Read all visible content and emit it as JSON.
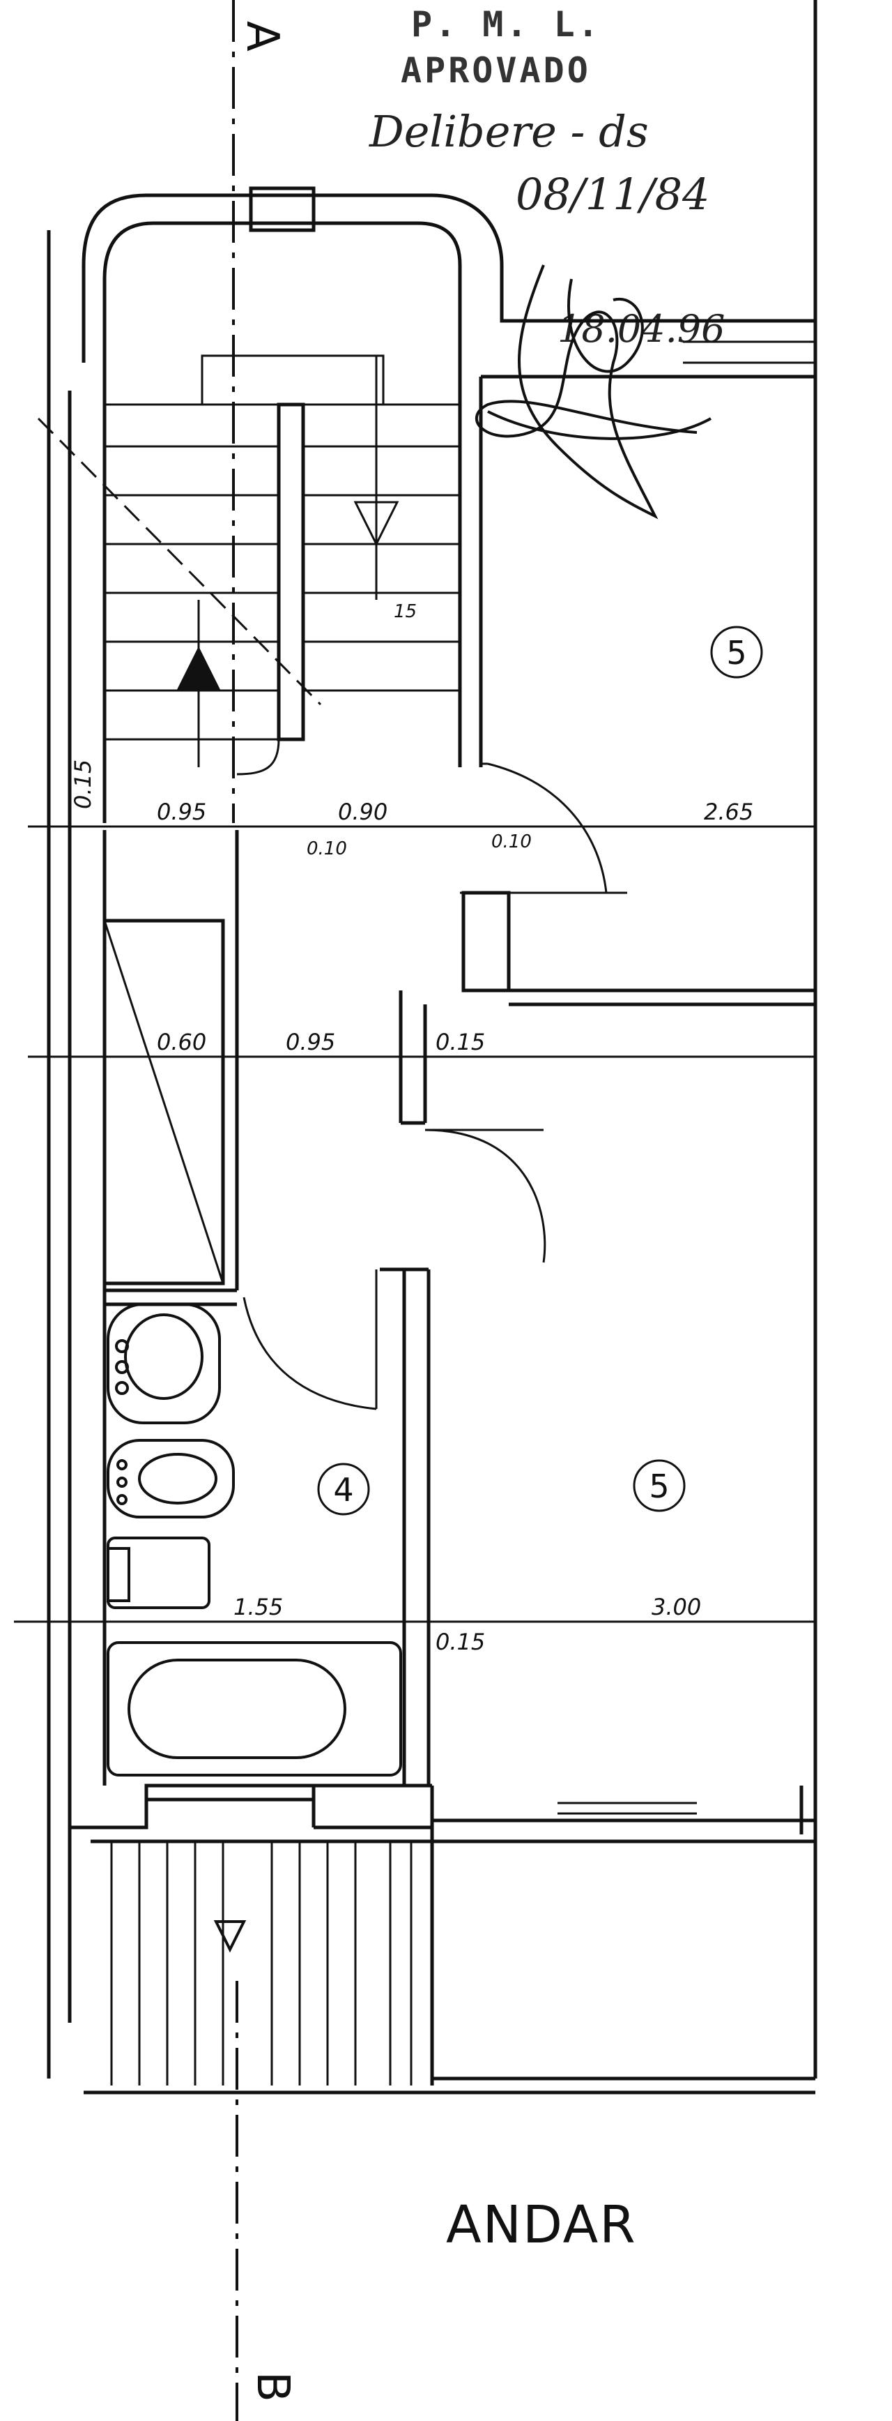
{
  "stamp": {
    "line1": "P. M. L.",
    "line2": "APROVADO"
  },
  "handwritten": {
    "note": "Delibere - ds",
    "date": "08/11/84",
    "signature_date": "18.04.96"
  },
  "section_markers": {
    "top": "A",
    "bottom": "B"
  },
  "stair_rise_label": "15",
  "dimensions": {
    "row1": [
      "0.15",
      "0.95",
      "0.90",
      "2.65"
    ],
    "row1_sub": [
      "0.10",
      "0.10"
    ],
    "row2": [
      "0.60",
      "0.95",
      "0.15"
    ],
    "row3": [
      "1.55",
      "0.15",
      "3.00"
    ]
  },
  "rooms": {
    "room5_upper": "5",
    "room4": "4",
    "room5_lower": "5"
  },
  "floor_label": "ANDAR",
  "colors": {
    "ink": "#111111",
    "paper": "#ffffff"
  }
}
